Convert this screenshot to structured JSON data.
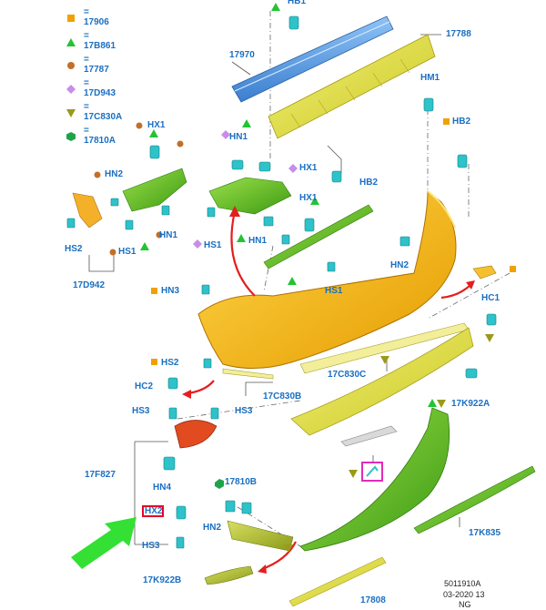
{
  "legend": [
    {
      "symbol": "square",
      "color": "#f0a100",
      "text": "= 17906"
    },
    {
      "symbol": "triangle",
      "color": "#22c433",
      "text": "= 17B861"
    },
    {
      "symbol": "circle",
      "color": "#c0702a",
      "text": "= 17787"
    },
    {
      "symbol": "diamond",
      "color": "#c98de8",
      "text": "= 17D943"
    },
    {
      "symbol": "triangle-down",
      "color": "#9a9a1a",
      "text": "= 17C830A"
    },
    {
      "symbol": "hexagon",
      "color": "#1fa34a",
      "text": "= 17810A"
    }
  ],
  "labels": {
    "hb1": "HB1",
    "p17970": "17970",
    "p17788": "17788",
    "hm1": "HM1",
    "hb2_top": "HB2",
    "hx1_a": "HX1",
    "hn1_a": "HN1",
    "hx1_b": "HX1",
    "hn2_a": "HN2",
    "hb2_mid": "HB2",
    "hx1_c": "HX1",
    "hs2_a": "HS2",
    "hs1_a": "HS1",
    "hn1_b": "HN1",
    "hs1_b": "HS1",
    "hn1_c": "HN1",
    "hn2_b": "HN2",
    "p17d942": "17D942",
    "hn3": "HN3",
    "hs1_c": "HS1",
    "hc1": "HC1",
    "hs2_b": "HS2",
    "p17c830c": "17C830C",
    "hc2": "HC2",
    "p17c830b": "17C830B",
    "p17k922a": "17K922A",
    "hs3_a": "HS3",
    "hs3_b": "HS3",
    "p17f827": "17F827",
    "hn4": "HN4",
    "p17810b": "17810B",
    "hx2": "HX2",
    "hn2_c": "HN2",
    "hs3_c": "HS3",
    "p17k835": "17K835",
    "p17k922b": "17K922B",
    "p17808": "17808"
  },
  "footer": {
    "line1": "5011910A",
    "line2": "03-2020 13",
    "line3": "NG"
  }
}
